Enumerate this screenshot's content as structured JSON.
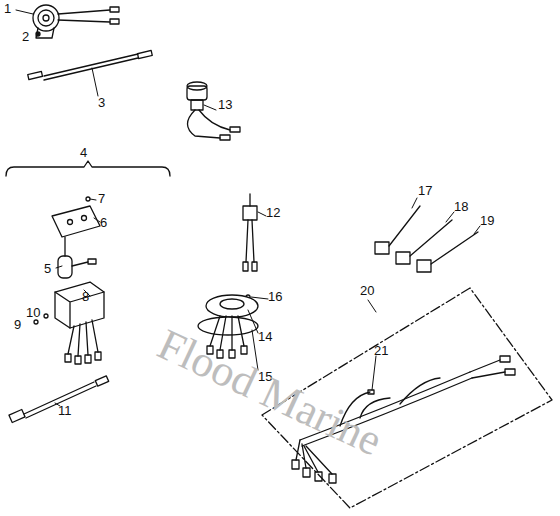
{
  "diagram": {
    "labels": [
      "1",
      "2",
      "3",
      "4",
      "5",
      "6",
      "7",
      "8",
      "9",
      "10",
      "11",
      "12",
      "13",
      "14",
      "15",
      "16",
      "17",
      "18",
      "19",
      "20",
      "21",
      "Flood Marine"
    ]
  }
}
